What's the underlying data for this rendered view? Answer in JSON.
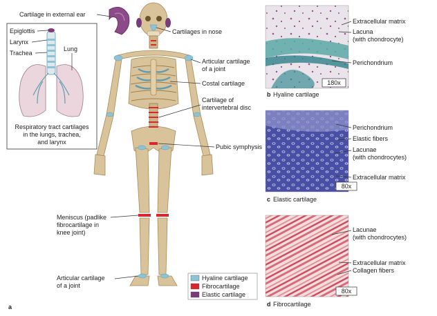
{
  "figure": {
    "panel_a_letter": "a",
    "labels": {
      "external_ear": "Cartilage in external ear",
      "nose": "Cartilages in nose",
      "epiglottis": "Epiglottis",
      "larynx": "Larynx",
      "trachea": "Trachea",
      "lung": "Lung",
      "resp_line1": "Respiratory tract cartilages",
      "resp_line2": "in the lungs, trachea,",
      "resp_line3": "and larynx",
      "articular1_line1": "Articular cartilage",
      "articular1_line2": "of a joint",
      "costal": "Costal cartilage",
      "interv_line1": "Cartilage of",
      "interv_line2": "intervertebral disc",
      "pubic": "Pubic symphysis",
      "meniscus_line1": "Meniscus (padlike",
      "meniscus_line2": "fibrocartilage in",
      "meniscus_line3": "knee joint)",
      "articular2_line1": "Articular cartilage",
      "articular2_line2": "of a joint"
    },
    "legend": [
      {
        "label": "Hyaline cartilage",
        "color": "#8cc3d6"
      },
      {
        "label": "Fibrocartilage",
        "color": "#d8262f"
      },
      {
        "label": "Elastic cartilage",
        "color": "#7a3c78"
      }
    ],
    "panel_b": {
      "letter": "b",
      "caption": "Hyaline cartilage",
      "magnification": "180x",
      "labels": {
        "matrix": "Extracellular matrix",
        "lacuna_line1": "Lacuna",
        "lacuna_line2": "(with chondrocyte)",
        "perichondrium": "Perichondrium"
      }
    },
    "panel_c": {
      "letter": "c",
      "caption": "Elastic cartilage",
      "magnification": "80x",
      "labels": {
        "perichondrium": "Perichondrium",
        "elastic_fibers": "Elastic fibers",
        "lacunae_line1": "Lacunae",
        "lacunae_line2": "(with chondrocytes)",
        "matrix": "Extracellular matrix"
      }
    },
    "panel_d": {
      "letter": "d",
      "caption": "Fibrocartilage",
      "magnification": "80x",
      "labels": {
        "lacunae_line1": "Lacunae",
        "lacunae_line2": "(with chondrocytes)",
        "matrix": "Extracellular matrix",
        "collagen": "Collagen fibers"
      }
    }
  }
}
